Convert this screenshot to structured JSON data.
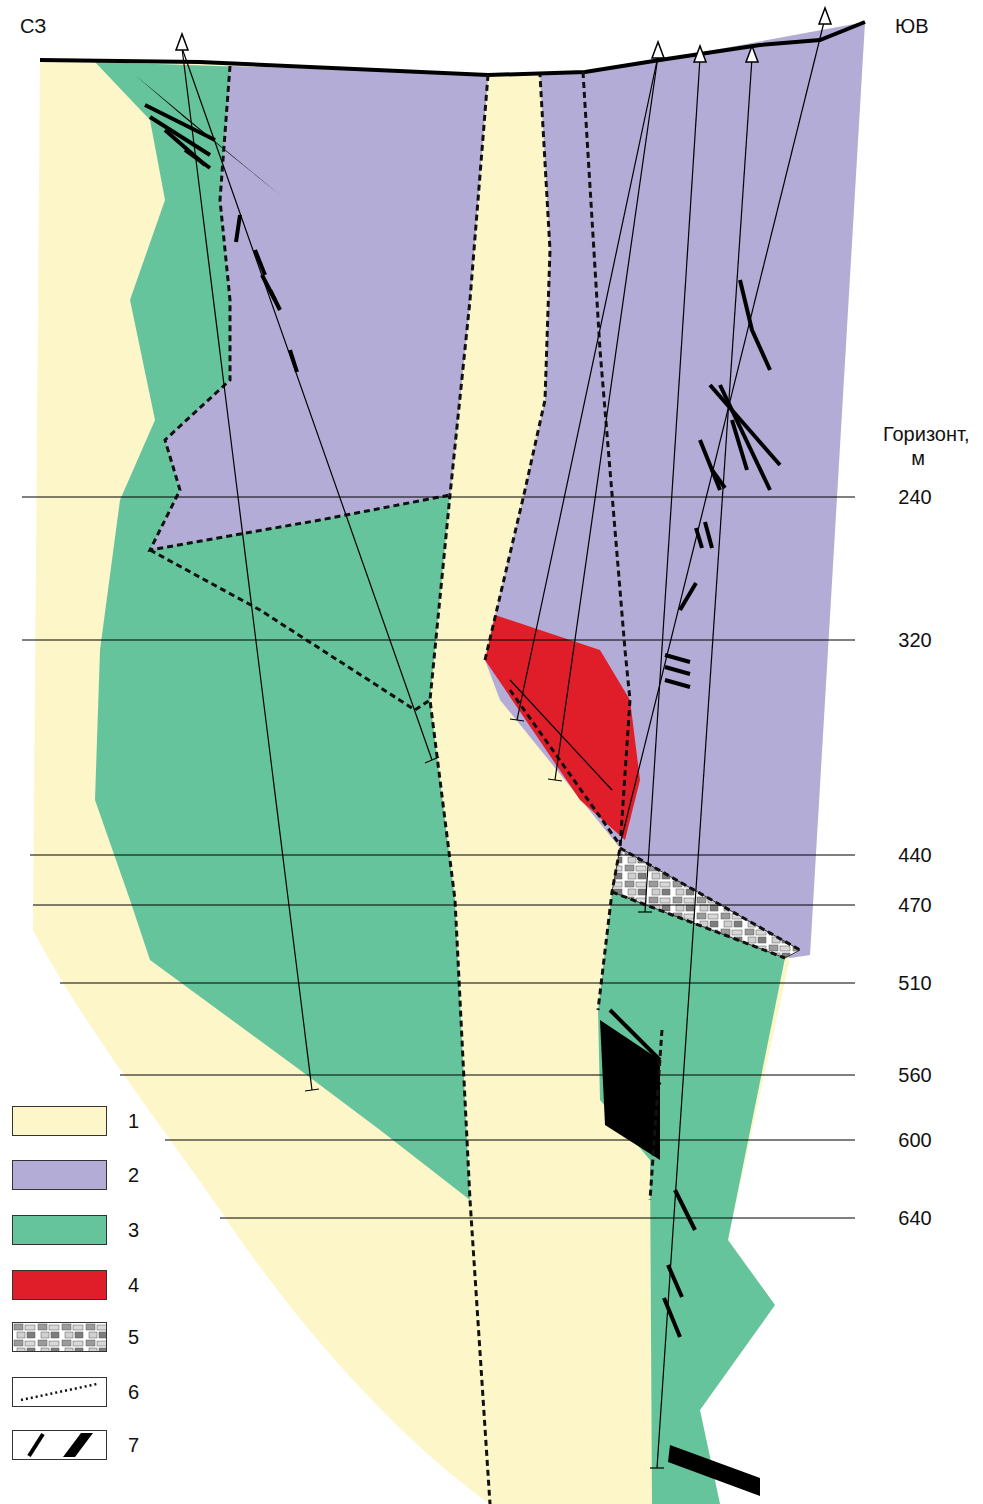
{
  "diagram": {
    "labels": [
      "СЗ",
      "ЮВ",
      "Горизонт, м",
      "240",
      "320",
      "440",
      "470",
      "510",
      "560",
      "600",
      "640"
    ],
    "legend": [
      {
        "text": "1",
        "color": "#fdf6c9"
      },
      {
        "text": "2",
        "color": "#b3acd6"
      },
      {
        "text": "3",
        "color": "#66c49c"
      },
      {
        "text": "4",
        "color": "#e01e2a"
      },
      {
        "text": "5"
      },
      {
        "text": "6"
      },
      {
        "text": "7"
      }
    ]
  }
}
